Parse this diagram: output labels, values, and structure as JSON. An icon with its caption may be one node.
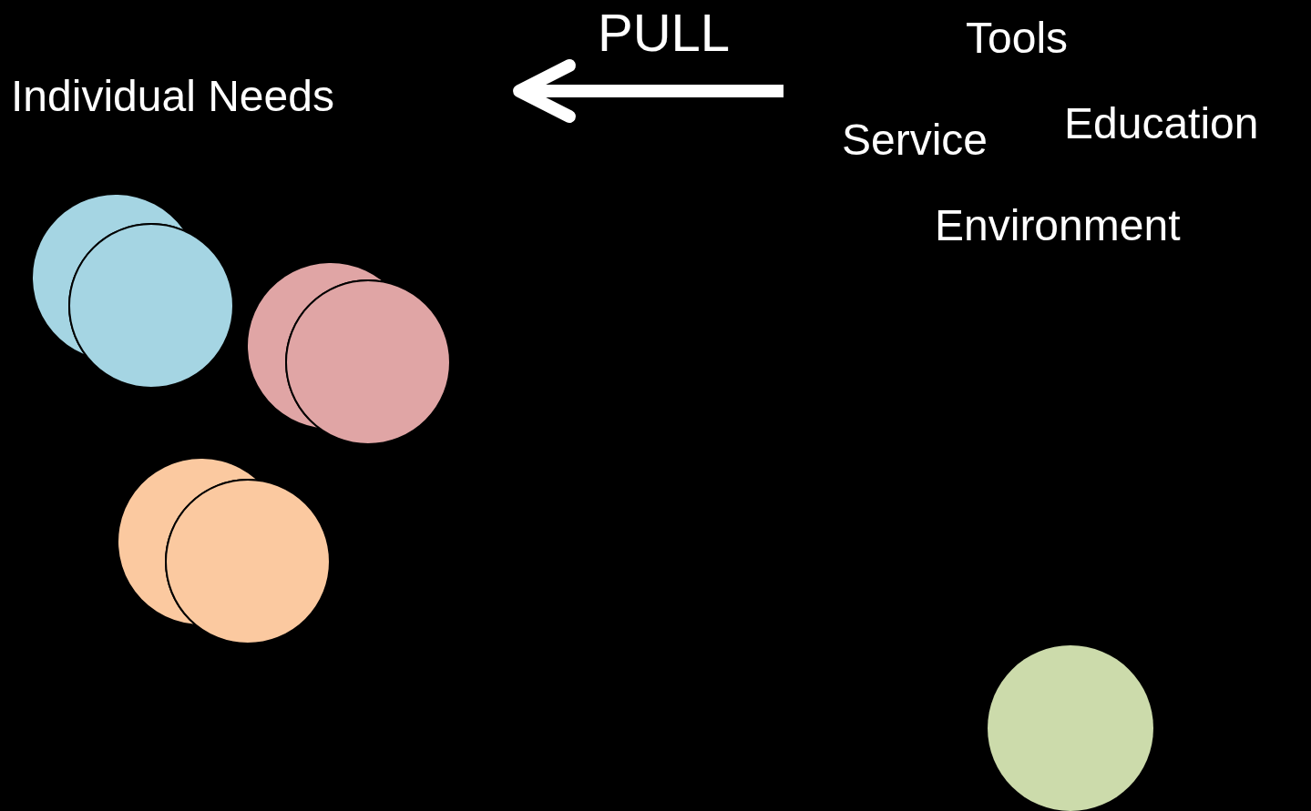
{
  "diagram": {
    "nodes": [
      {
        "text": [],
        "shape": "circle"
      },
      {
        "text": [],
        "shape": "circle"
      },
      {
        "text": [],
        "shape": "circle"
      },
      {
        "text": [],
        "shape": "circle"
      },
      {
        "text": [],
        "shape": "circle"
      },
      {
        "text": [],
        "shape": "circle"
      },
      {
        "text": [],
        "shape": "circle"
      }
    ],
    "labels": [
      "PULL",
      "Individual Needs",
      "Tools",
      "Service",
      "Education",
      "Environment"
    ]
  }
}
